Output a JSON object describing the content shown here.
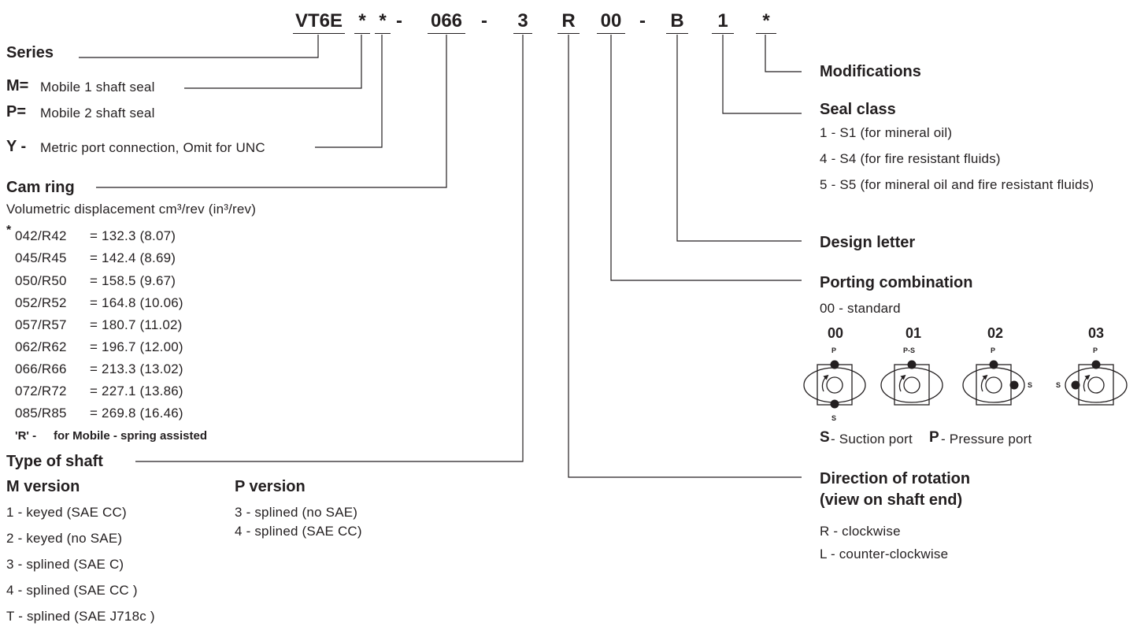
{
  "code": {
    "segments": [
      "VT6E",
      "*",
      "*",
      "-",
      "066",
      "-",
      "3",
      "R",
      "00",
      "-",
      "B",
      "1",
      "*"
    ]
  },
  "series": {
    "title": "Series",
    "m_key": "M=",
    "m_text": "Mobile 1 shaft seal",
    "p_key": "P=",
    "p_text": "Mobile 2 shaft seal",
    "y_key": "Y -",
    "y_text": "Metric port connection, Omit for UNC"
  },
  "cam_ring": {
    "title": "Cam ring",
    "subtitle": "Volumetric displacement cm³/rev (in³/rev)",
    "star": "*",
    "rows": [
      {
        "code": "042/R42",
        "value": "=  132.3 (8.07)"
      },
      {
        "code": "045/R45",
        "value": "=  142.4 (8.69)"
      },
      {
        "code": "050/R50",
        "value": "=  158.5 (9.67)"
      },
      {
        "code": "052/R52",
        "value": "=  164.8 (10.06)"
      },
      {
        "code": "057/R57",
        "value": "=  180.7 (11.02)"
      },
      {
        "code": "062/R62",
        "value": "=  196.7 (12.00)"
      },
      {
        "code": "066/R66",
        "value": "=  213.3 (13.02)"
      },
      {
        "code": "072/R72",
        "value": "=  227.1 (13.86)"
      },
      {
        "code": "085/R85",
        "value": "=  269.8 (16.46)"
      }
    ],
    "note_key": "'R' -",
    "note_text": "for Mobile - spring assisted"
  },
  "shaft": {
    "title": "Type of shaft",
    "m_title": "M version",
    "m_items": [
      "1 - keyed (SAE CC)",
      "2 - keyed (no SAE)",
      "3 - splined (SAE C)",
      "4 - splined (SAE CC )",
      "T - splined (SAE J718c )"
    ],
    "p_title": "P version",
    "p_items": [
      "3 - splined (no SAE)",
      "4 - splined (SAE CC)"
    ]
  },
  "modifications": {
    "title": "Modifications"
  },
  "seal_class": {
    "title": "Seal class",
    "items": [
      "1 - S1  (for mineral oil)",
      "4 - S4 (for fire resistant fluids)",
      "5 - S5 (for mineral oil and fire resistant fluids)"
    ]
  },
  "design_letter": {
    "title": "Design letter"
  },
  "porting": {
    "title": "Porting combination",
    "std": "00 - standard",
    "diagrams": [
      {
        "label": "00",
        "top": "P",
        "bottom": "S",
        "side": ""
      },
      {
        "label": "01",
        "top": "P-S",
        "bottom": "",
        "side": ""
      },
      {
        "label": "02",
        "top": "P",
        "bottom": "",
        "side": "S"
      },
      {
        "label": "03",
        "top": "P",
        "bottom": "",
        "side": "S"
      }
    ],
    "legend_s_key": "S",
    "legend_s_text": "- Suction port",
    "legend_p_key": "P",
    "legend_p_text": "- Pressure port"
  },
  "rotation": {
    "title_1": "Direction of rotation",
    "title_2": "(view on shaft end)",
    "items": [
      "R - clockwise",
      "L - counter-clockwise"
    ]
  }
}
